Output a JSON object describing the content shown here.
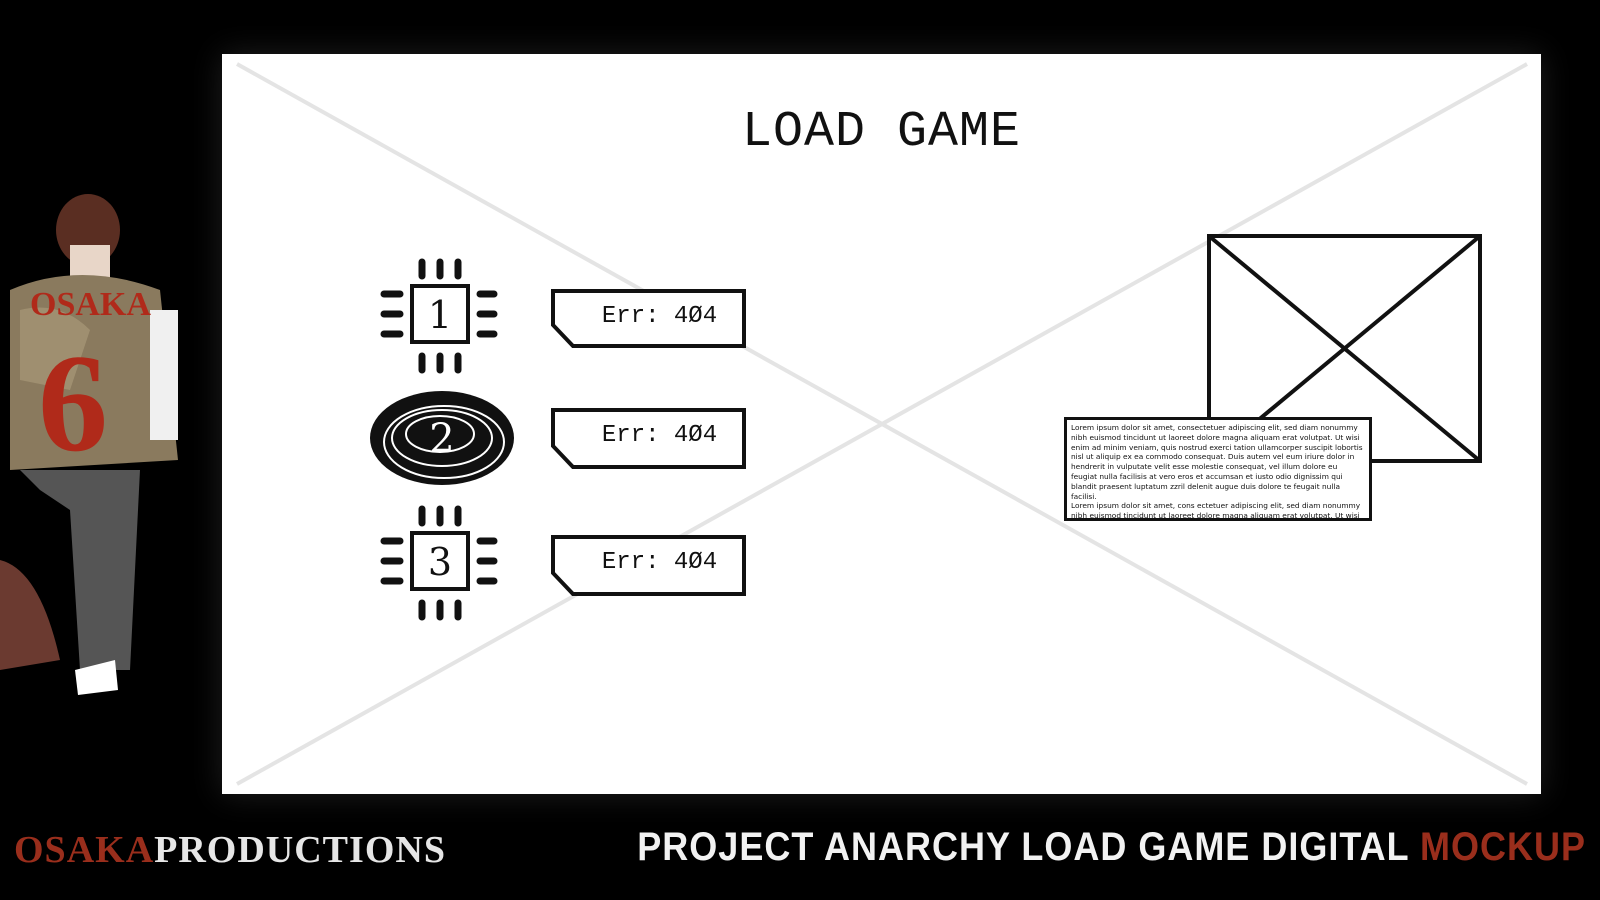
{
  "screen": {
    "title": "LOAD GAME"
  },
  "save_slots": [
    {
      "number": "1",
      "label": "Err: 4Ø4",
      "scribbled": false
    },
    {
      "number": "2",
      "label": "Err: 4Ø4",
      "scribbled": true
    },
    {
      "number": "3",
      "label": "Err: 4Ø4",
      "scribbled": false
    }
  ],
  "preview": {
    "image_icon": "image-placeholder-icon",
    "description": "Lorem ipsum dolor sit amet, consectetuer adipiscing elit, sed diam nonummy nibh euismod tincidunt ut laoreet dolore magna aliquam erat volutpat. Ut wisi enim ad minim veniam, quis nostrud exerci tation ullamcorper suscipit lobortis nisl ut aliquip ex ea commodo consequat. Duis autem vel eum iriure dolor in hendrerit in vulputate velit esse molestie consequat, vel illum dolore eu feugiat nulla facilisis at vero eros et accumsan et iusto odio dignissim qui blandit praesent luptatum zzril delenit augue duis dolore te feugait nulla facilisi.",
    "description_2": "Lorem ipsum dolor sit amet, cons ectetuer adipiscing elit, sed diam nonummy nibh euismod tincidunt ut laoreet dolore magna aliquam erat volutpat. Ut wisi enim ad minim veniam, quis nostrud exerci tation ullamcorper suscipit lobortis nisl ut aliquip ex ea"
  },
  "footer": {
    "brand_accent": "OSAKA",
    "brand_rest": "PRODUCTIONS",
    "caption_main": "PROJECT ANARCHY LOAD GAME DIGITAL ",
    "caption_accent": "MOCKUP"
  },
  "colors": {
    "accent": "#9a2e1c",
    "background": "#000000",
    "card": "#ffffff"
  }
}
